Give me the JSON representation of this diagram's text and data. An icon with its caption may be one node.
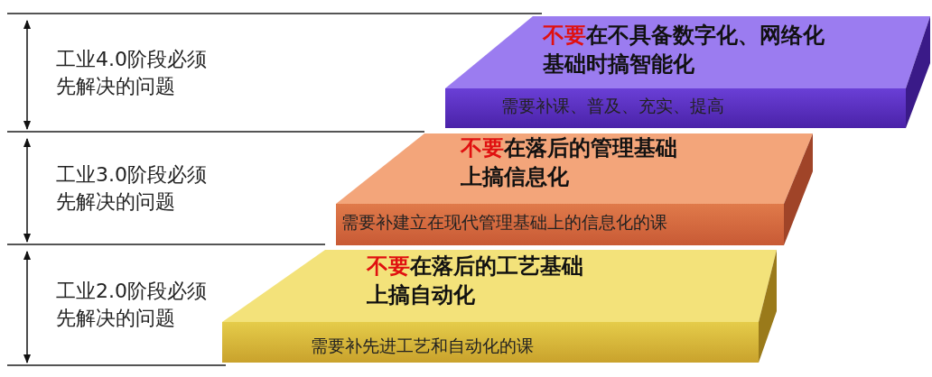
{
  "diagram": {
    "nodes": [
      {
        "text": [
          "**不要**在不具备数字化、网络化基础时搞智能化",
          "需要补课、普及、充实、提高"
        ]
      },
      {
        "text": [
          "**不要**在落后的管理基础上搞信息化",
          "需要补建立在现代管理基础上的信息化的课"
        ]
      },
      {
        "text": [
          "**不要**在落后的工艺基础上搞自动化",
          "需要补先进工艺和自动化的课"
        ]
      }
    ],
    "labels": [
      "工业4.0阶段必须先解决的问题",
      "工业3.0阶段必须先解决的问题",
      "工业2.0阶段必须先解决的问题"
    ]
  }
}
